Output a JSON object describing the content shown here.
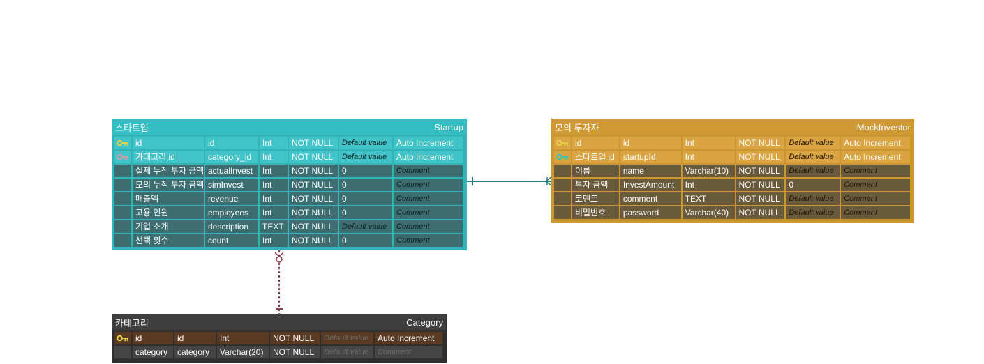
{
  "colors": {
    "startup_header": "#34bec4",
    "investor_header": "#cf9a34",
    "category_header": "#3e3e3e",
    "link_teal": "#2a7e83",
    "link_red": "#8b3a4a",
    "pk_key": "#e6d34a",
    "fk_key_pink": "#c9a0a8",
    "fk_key_teal": "#3cc2b5"
  },
  "entities": {
    "startup": {
      "title_kr": "스타트업",
      "title_en": "Startup",
      "columns": [
        {
          "key": "pk-icon",
          "kr": "id",
          "name": "id",
          "type": "Int",
          "null": "NOT NULL",
          "default": "Default value",
          "default_ph": true,
          "extra": "Auto Increment",
          "extra_ph": false
        },
        {
          "key": "fk-icon",
          "kr": "카테고리 id",
          "name": "category_id",
          "type": "Int",
          "null": "NOT NULL",
          "default": "Default value",
          "default_ph": true,
          "extra": "Auto Increment",
          "extra_ph": false
        },
        {
          "key": "",
          "kr": "실제 누적 투자 금액",
          "name": "actualInvest",
          "type": "Int",
          "null": "NOT NULL",
          "default": "0",
          "default_ph": false,
          "extra": "Comment",
          "extra_ph": true
        },
        {
          "key": "",
          "kr": "모의 누적 투자 금액",
          "name": "simInvest",
          "type": "Int",
          "null": "NOT NULL",
          "default": "0",
          "default_ph": false,
          "extra": "Comment",
          "extra_ph": true
        },
        {
          "key": "",
          "kr": "매출액",
          "name": "revenue",
          "type": "Int",
          "null": "NOT NULL",
          "default": "0",
          "default_ph": false,
          "extra": "Comment",
          "extra_ph": true
        },
        {
          "key": "",
          "kr": "고용 인원",
          "name": "employees",
          "type": "Int",
          "null": "NOT NULL",
          "default": "0",
          "default_ph": false,
          "extra": "Comment",
          "extra_ph": true
        },
        {
          "key": "",
          "kr": "기업 소개",
          "name": "description",
          "type": "TEXT",
          "null": "NOT NULL",
          "default": "Default value",
          "default_ph": true,
          "extra": "Comment",
          "extra_ph": true
        },
        {
          "key": "",
          "kr": "선택 횟수",
          "name": "count",
          "type": "Int",
          "null": "NOT NULL",
          "default": "0",
          "default_ph": false,
          "extra": "Comment",
          "extra_ph": true
        }
      ]
    },
    "investor": {
      "title_kr": "모의 투자자",
      "title_en": "MockInvestor",
      "columns": [
        {
          "key": "pk-icon",
          "kr": "id",
          "name": "id",
          "type": "Int",
          "null": "NOT NULL",
          "default": "Default value",
          "default_ph": true,
          "extra": "Auto Increment",
          "extra_ph": false
        },
        {
          "key": "fk-icon",
          "kr": "스타트업 id",
          "name": "startupId",
          "type": "Int",
          "null": "NOT NULL",
          "default": "Default value",
          "default_ph": true,
          "extra": "Auto Increment",
          "extra_ph": false
        },
        {
          "key": "",
          "kr": "이름",
          "name": "name",
          "type": "Varchar(10)",
          "null": "NOT NULL",
          "default": "Default value",
          "default_ph": true,
          "extra": "Comment",
          "extra_ph": true
        },
        {
          "key": "",
          "kr": "투자 금액",
          "name": "InvestAmount",
          "type": "Int",
          "null": "NOT NULL",
          "default": "0",
          "default_ph": false,
          "extra": "Comment",
          "extra_ph": true
        },
        {
          "key": "",
          "kr": "코멘트",
          "name": "comment",
          "type": "TEXT",
          "null": "NOT NULL",
          "default": "Default value",
          "default_ph": true,
          "extra": "Comment",
          "extra_ph": true
        },
        {
          "key": "",
          "kr": "비밀번호",
          "name": "password",
          "type": "Varchar(40)",
          "null": "NOT NULL",
          "default": "Default value",
          "default_ph": true,
          "extra": "Comment",
          "extra_ph": true
        }
      ]
    },
    "category": {
      "title_kr": "카테고리",
      "title_en": "Category",
      "columns": [
        {
          "key": "pk-icon",
          "kr": "id",
          "name": "id",
          "type": "Int",
          "null": "NOT NULL",
          "default": "Default value",
          "default_ph": true,
          "extra": "Auto Increment",
          "extra_ph": false
        },
        {
          "key": "",
          "kr": "category",
          "name": "category",
          "type": "Varchar(20)",
          "null": "NOT NULL",
          "default": "Default value",
          "default_ph": true,
          "extra": "Comment",
          "extra_ph": true
        }
      ]
    }
  }
}
